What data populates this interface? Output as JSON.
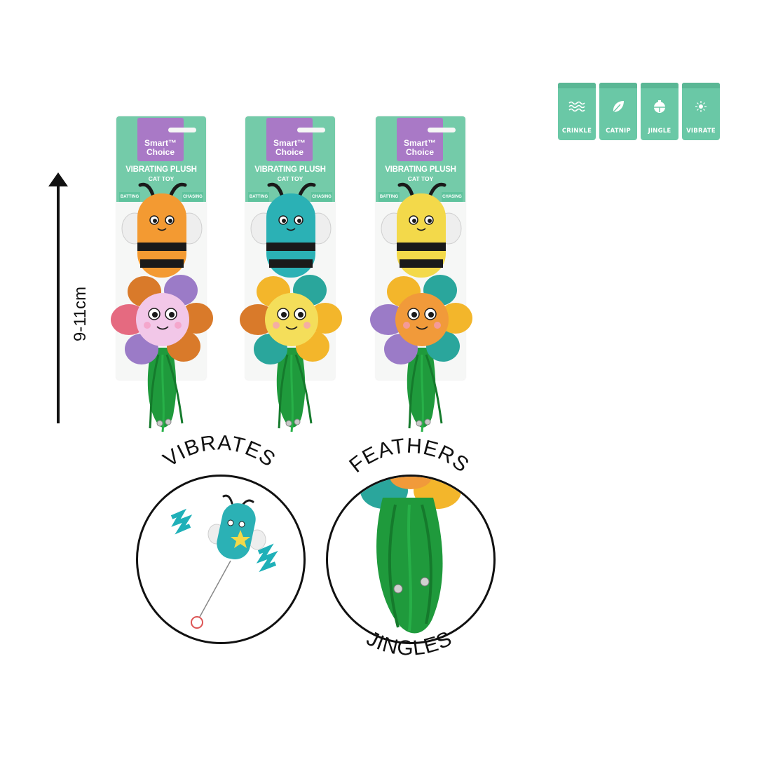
{
  "features": [
    {
      "label": "CRINKLE",
      "icon": "wave-icon"
    },
    {
      "label": "CATNIP",
      "icon": "leaf-icon"
    },
    {
      "label": "JINGLE",
      "icon": "bell-icon"
    },
    {
      "label": "VIBRATE",
      "icon": "vibrate-icon"
    }
  ],
  "size_label": "9-11cm",
  "packages": [
    {
      "brand_line1": "Smart™",
      "brand_line2": "Choice",
      "title": "VIBRATING PLUSH",
      "subtitle": "CAT TOY",
      "ribbon_left": "BATTING",
      "ribbon_right": "CHASING",
      "bee_color": "#f39a32",
      "flower_center": "#f2c7e8",
      "petals": [
        "#d97a2a",
        "#9b7bc7",
        "#e56a80",
        "#9b7bc7",
        "#d97a2a"
      ]
    },
    {
      "brand_line1": "Smart™",
      "brand_line2": "Choice",
      "title": "VIBRATING PLUSH",
      "subtitle": "CAT TOY",
      "ribbon_left": "BATTING",
      "ribbon_right": "CHASING",
      "bee_color": "#2bb1b5",
      "flower_center": "#f4de5a",
      "petals": [
        "#f3b62b",
        "#2aa69c",
        "#d97a2a",
        "#2aa69c",
        "#f3b62b"
      ]
    },
    {
      "brand_line1": "Smart™",
      "brand_line2": "Choice",
      "title": "VIBRATING PLUSH",
      "subtitle": "CAT TOY",
      "ribbon_left": "BATTING",
      "ribbon_right": "CHASING",
      "bee_color": "#f3d94a",
      "flower_center": "#f19a3a",
      "petals": [
        "#f3b62b",
        "#2aa69c",
        "#9b7bc7",
        "#9b7bc7",
        "#2aa69c"
      ]
    }
  ],
  "callouts": {
    "vibrates": "VIBRATES",
    "feathers": "FEATHERS",
    "jingles": "JINGLES"
  },
  "colors": {
    "accent_green": "#6ac8a6",
    "brand_purple": "#a979c6",
    "feather_green": "#1f9a3c"
  }
}
